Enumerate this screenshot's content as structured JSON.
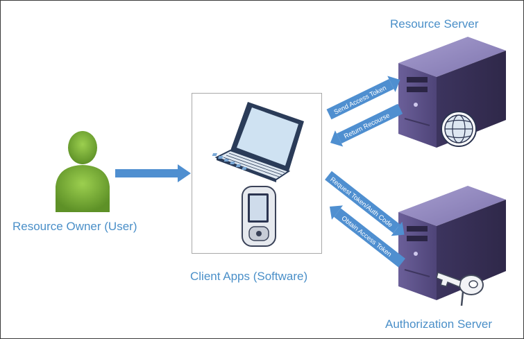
{
  "labels": {
    "resource_server": "Resource Server",
    "authorization_server": "Authorization Server",
    "resource_owner": "Resource Owner (User)",
    "client_apps": "Client Apps (Software)"
  },
  "arrows": {
    "send_access_token": "Send Access Token",
    "return_resource": "Return Recourse",
    "request_token": "Request Token/Auth Code",
    "obtain_access_token": "Obtain Access Token"
  },
  "icons": {
    "user": "user-icon",
    "laptop": "laptop-icon",
    "mobile": "mobile-device-icon",
    "resource_server": "server-icon",
    "globe": "globe-icon",
    "auth_server": "server-icon",
    "key": "key-icon"
  },
  "colors": {
    "label_text": "#4a8fc8",
    "arrow": "#4f8fd0",
    "user": "#7fb23a",
    "server": "#5b4f86"
  }
}
